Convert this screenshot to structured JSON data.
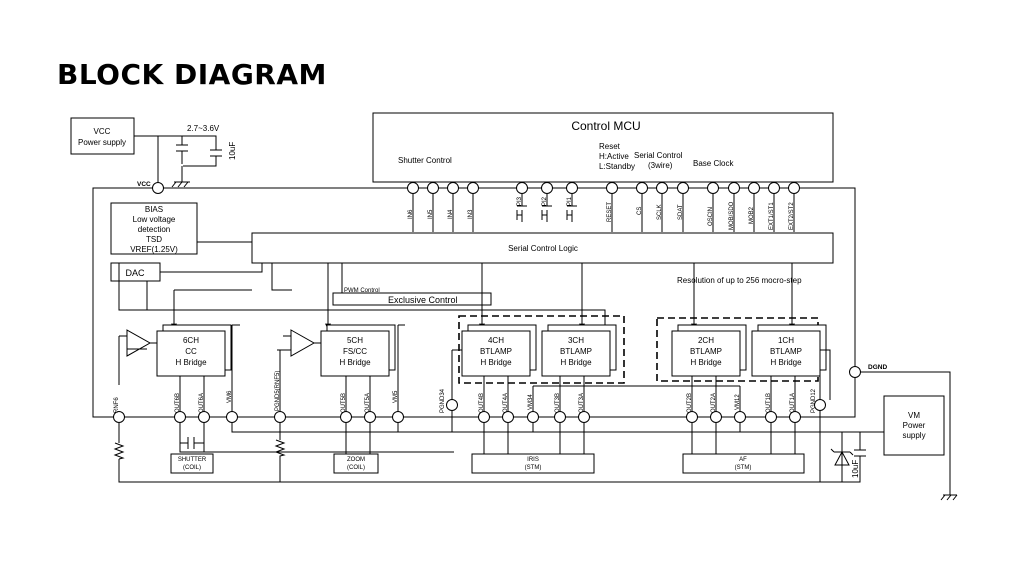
{
  "title": "BLOCK DIAGRAM",
  "vcc_supply": {
    "line1": "VCC",
    "line2": "Power supply"
  },
  "voltage_range": "2.7~3.6V",
  "vcc_cap": "10uF",
  "vcc_pin": "VCC",
  "control_mcu": {
    "title": "Control MCU",
    "shutter_control": "Shutter Control",
    "reset_lines": [
      "Reset",
      "H:Active",
      "L:Standby"
    ],
    "serial_lines": [
      "Serial Control",
      "(3wire)"
    ],
    "base_clock": "Base Clock"
  },
  "pins": {
    "in6": "IN6",
    "in5": "IN5",
    "in4": "IN4",
    "in3": "IN3",
    "pi3": "PI3",
    "pi2": "PI2",
    "pi1": "PI1",
    "reset": "RESET",
    "cs": "CS",
    "sclk": "SCLK",
    "sdat": "SDAT",
    "oscin": "OSCIN",
    "mob": "MOB/SDO",
    "mob2": "MOB2",
    "ext1st1": "EXT1/ST1",
    "ext2st2": "EXT2/ST2"
  },
  "bias_block": [
    "BIAS",
    "Low voltage",
    "detection",
    "TSD",
    "VREF(1.25V)"
  ],
  "dac": "DAC",
  "serial_logic": "Serial Control Logic",
  "resolution_note": "Resolution of up to 256 mocro-step",
  "pwm_control": "PWM Control",
  "exclusive_control": "Exclusive Control",
  "channels": {
    "ch6": [
      "6CH",
      "CC",
      "H Bridge"
    ],
    "ch5": [
      "5CH",
      "FS/CC",
      "H Bridge"
    ],
    "ch4": [
      "4CH",
      "BTLAMP",
      "H Bridge"
    ],
    "ch3": [
      "3CH",
      "BTLAMP",
      "H Bridge"
    ],
    "ch2": [
      "2CH",
      "BTLAMP",
      "H Bridge"
    ],
    "ch1": [
      "1CH",
      "BTLAMP",
      "H Bridge"
    ]
  },
  "bottom_pins": {
    "rnf6": "RNF6",
    "out6b": "OUT6B",
    "out6a": "OUT6A",
    "vm6": "VM6",
    "pgnd5": "PGND5(RNF5)",
    "out5b": "OUT5B",
    "out5a": "OUT5A",
    "vm5": "VM5",
    "pgnd34": "PGND34",
    "out4b": "OUT4B",
    "out4a": "OUT4A",
    "vm34": "VM34",
    "out3b": "OUT3B",
    "out3a": "OUT3A",
    "out2b": "OUT2B",
    "out2a": "OUT2A",
    "vm12": "VM12",
    "out1b": "OUT1B",
    "out1a": "OUT1A",
    "pgnd12": "PGND12"
  },
  "dgnd": "DGND",
  "loads": {
    "shutter": [
      "SHUTTER",
      "(COIL)"
    ],
    "zoom": [
      "ZOOM",
      "(COIL)"
    ],
    "iris": [
      "IRIS",
      "(STM)"
    ],
    "af": [
      "AF",
      "(STM)"
    ]
  },
  "vm_supply": [
    "VM",
    "Power",
    "supply"
  ],
  "vm_cap": "10uF"
}
